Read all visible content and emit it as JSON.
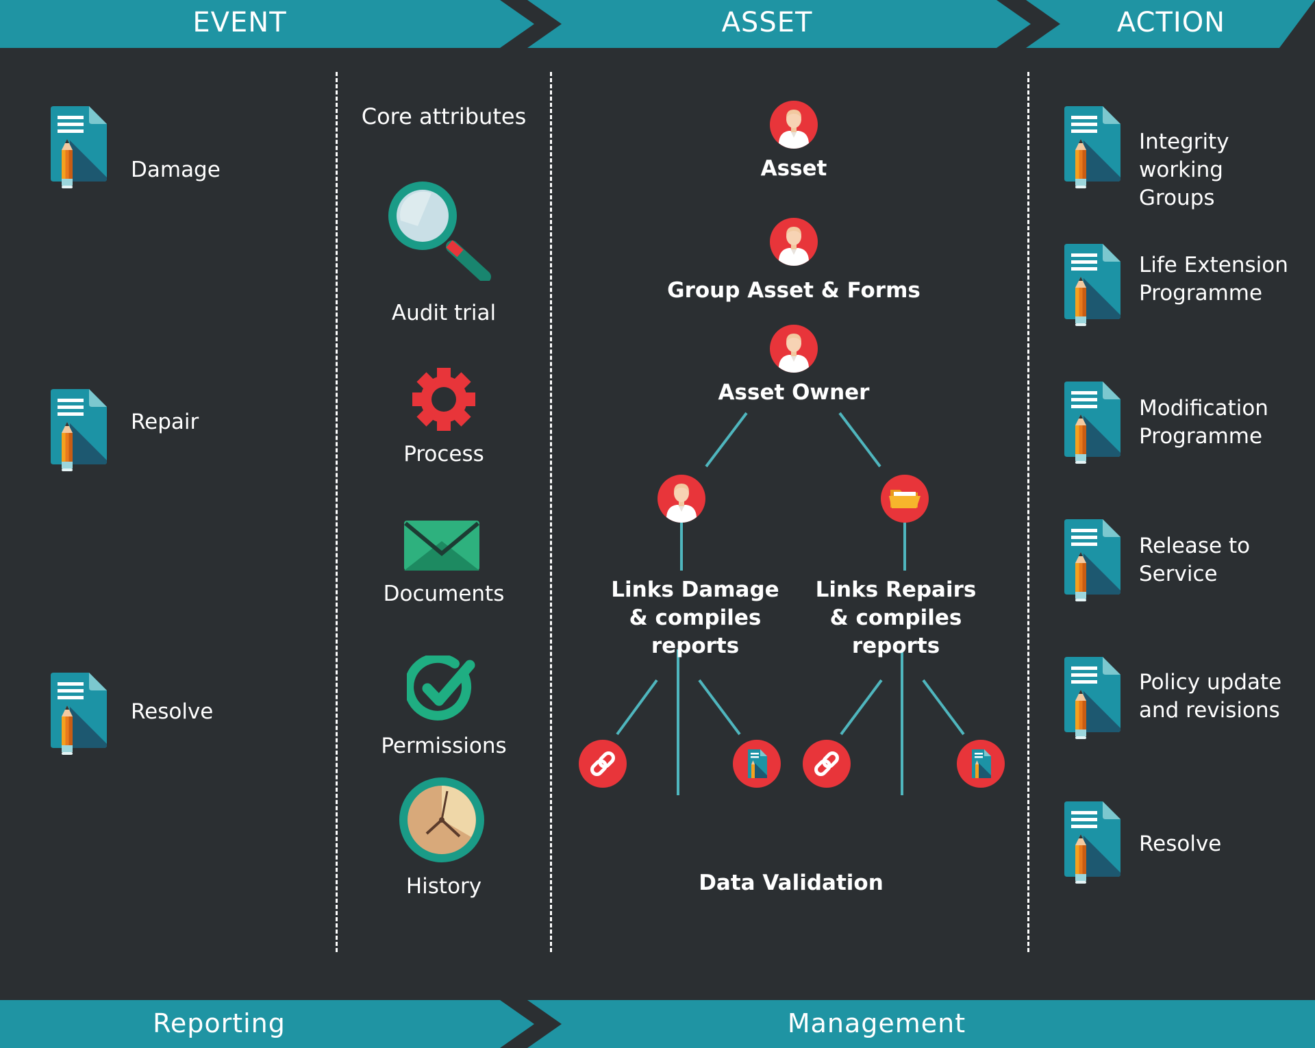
{
  "colors": {
    "background": "#2b2f32",
    "banner_teal": "#1f94a3",
    "accent_red": "#e8353a",
    "connector": "#4fb6be"
  },
  "header": {
    "event": "EVENT",
    "asset": "ASSET",
    "action": "ACTION"
  },
  "footer": {
    "reporting": "Reporting",
    "management": "Management"
  },
  "event_column": {
    "items": [
      {
        "label": "Damage",
        "icon": "document-pencil-icon"
      },
      {
        "label": "Repair",
        "icon": "document-pencil-icon"
      },
      {
        "label": "Resolve",
        "icon": "document-pencil-icon"
      }
    ]
  },
  "core_column": {
    "title": "Core attributes",
    "items": [
      {
        "label": "Audit trial",
        "icon": "magnifier-icon"
      },
      {
        "label": "Process",
        "icon": "gear-icon"
      },
      {
        "label": "Documents",
        "icon": "envelope-icon"
      },
      {
        "label": "Permissions",
        "icon": "checkmark-icon"
      },
      {
        "label": "History",
        "icon": "clock-icon"
      }
    ]
  },
  "asset_column": {
    "asset": "Asset",
    "group_asset": "Group Asset & Forms",
    "asset_owner": "Asset Owner",
    "links_damage": [
      "Links Damage",
      "& compiles reports"
    ],
    "links_repairs": [
      "Links Repairs",
      "& compiles reports"
    ],
    "data_validation": "Data Validation"
  },
  "action_column": {
    "items": [
      {
        "lines": [
          "Integrity working",
          "Groups"
        ],
        "icon": "document-pencil-icon"
      },
      {
        "lines": [
          "Life Extension",
          "Programme"
        ],
        "icon": "document-pencil-icon"
      },
      {
        "lines": [
          "Modification",
          "Programme"
        ],
        "icon": "document-pencil-icon"
      },
      {
        "lines": [
          "Release to",
          "Service"
        ],
        "icon": "document-pencil-icon"
      },
      {
        "lines": [
          "Policy update",
          "and revisions"
        ],
        "icon": "document-pencil-icon"
      },
      {
        "lines": [
          "Resolve"
        ],
        "icon": "document-pencil-icon"
      }
    ]
  }
}
